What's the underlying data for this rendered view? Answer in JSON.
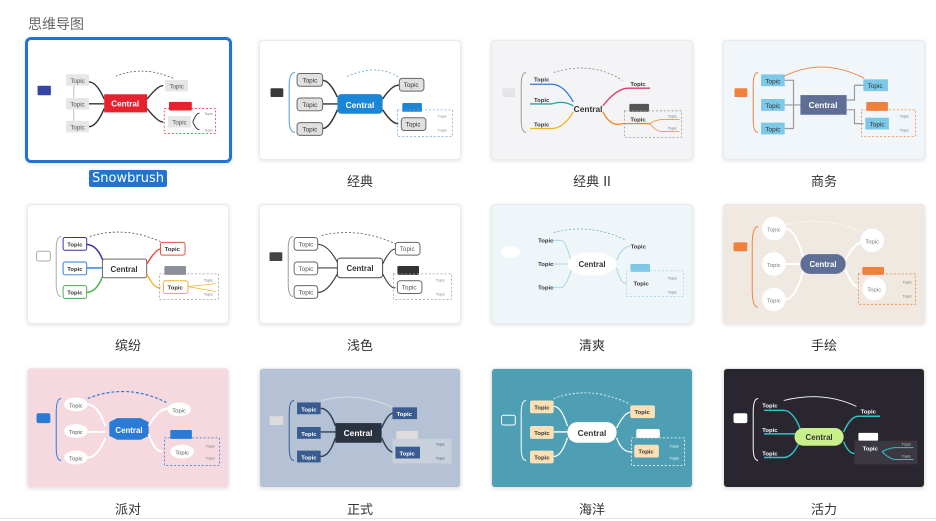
{
  "page": {
    "heading": "思维导图"
  },
  "templates": [
    {
      "name": "Snowbrush",
      "selected": true
    },
    {
      "name": "经典"
    },
    {
      "name": "经典 II"
    },
    {
      "name": "商务"
    },
    {
      "name": "缤纷"
    },
    {
      "name": "浅色"
    },
    {
      "name": "清爽"
    },
    {
      "name": "手绘"
    },
    {
      "name": "派对"
    },
    {
      "name": "正式"
    },
    {
      "name": "海洋"
    },
    {
      "name": "活力"
    }
  ],
  "preview_text": {
    "central": "Central",
    "topic": "Topic",
    "subtopic": "Topic"
  },
  "colors": {
    "selection": "#1f74d4"
  }
}
